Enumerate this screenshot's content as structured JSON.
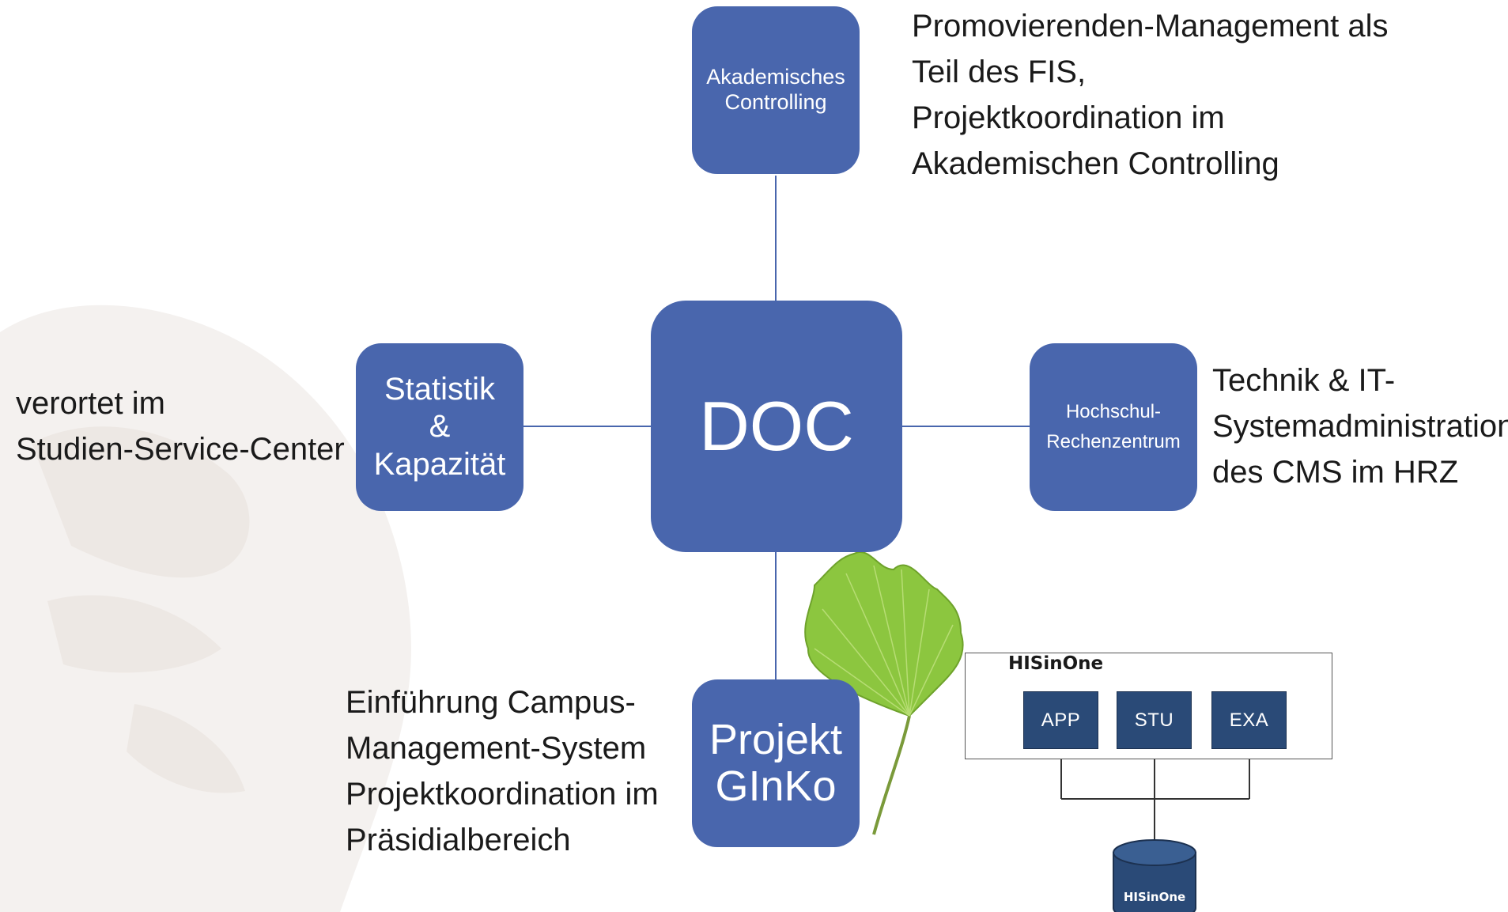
{
  "nodes": {
    "akademisches_controlling": {
      "line1": "Akademisches",
      "line2": "Controlling"
    },
    "statistik_kapazitaet": {
      "line1": "Statistik",
      "line2": "&",
      "line3": "Kapazität"
    },
    "doc": {
      "label": "DOC"
    },
    "hochschul_rechenzentrum": {
      "line1": "Hochschul-",
      "line2": "Rechenzentrum"
    },
    "projekt_ginko": {
      "line1": "Projekt",
      "line2": "GInKo"
    }
  },
  "notes": {
    "controlling": [
      "Promovierenden-Management als",
      "Teil des FIS,",
      "Projektkoordination im",
      "Akademischen Controlling"
    ],
    "statistik": [
      "verortet im",
      "Studien-Service-Center"
    ],
    "hrz": [
      "Technik & IT-",
      "Systemadministration",
      "des CMS im HRZ"
    ],
    "ginko": [
      "Einführung Campus-",
      "Management-System",
      "Projektkoordination im",
      "Präsidialbereich"
    ]
  },
  "hisinone": {
    "title": "HISinOne",
    "modules": [
      "APP",
      "STU",
      "EXA"
    ],
    "database_label": "HISinOne"
  },
  "colors": {
    "node_fill": "#4966ad",
    "connector": "#4966ad",
    "module_fill": "#2a4a77",
    "leaf_green": "#8cc63f",
    "watermark": "#f4f1ef"
  },
  "icons": [
    "ginkgo-leaf-icon",
    "database-cylinder-icon",
    "portrait-watermark-icon"
  ]
}
